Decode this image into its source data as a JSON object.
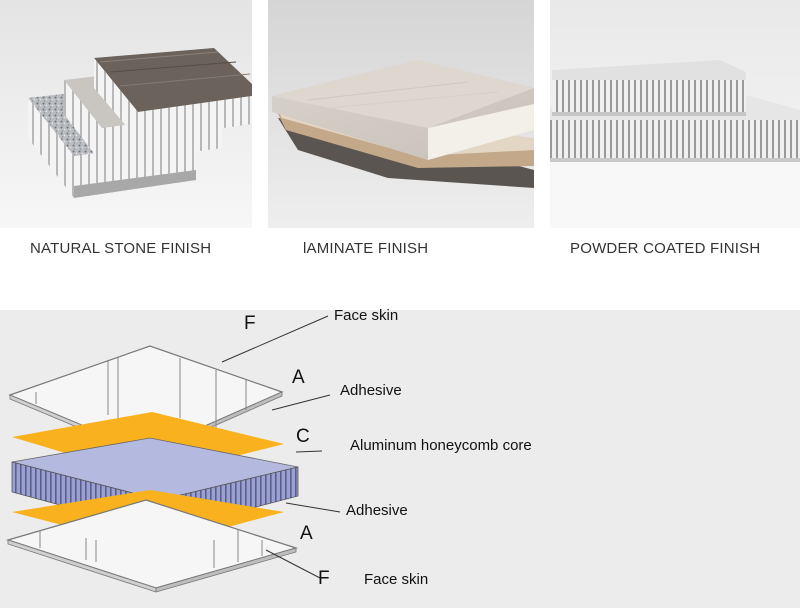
{
  "finishes": [
    {
      "label": "NATURAL STONE FINISH"
    },
    {
      "label": "lAMINATE FINISH"
    },
    {
      "label": "POWDER COATED FINISH"
    }
  ],
  "diagram": {
    "letters": {
      "face_top": "F",
      "adhesive_top": "A",
      "core": "C",
      "adhesive_bottom": "A",
      "face_bottom": "F"
    },
    "labels": {
      "face_top": "Face skin",
      "adhesive_top": "Adhesive",
      "core": "Aluminum honeycomb core",
      "adhesive_bottom": "Adhesive",
      "face_bottom": "Face skin"
    },
    "colors": {
      "adhesive": "#f9b21d",
      "core": "#8f96c8",
      "skin": "#f5f5f5",
      "background": "#ececec"
    }
  }
}
